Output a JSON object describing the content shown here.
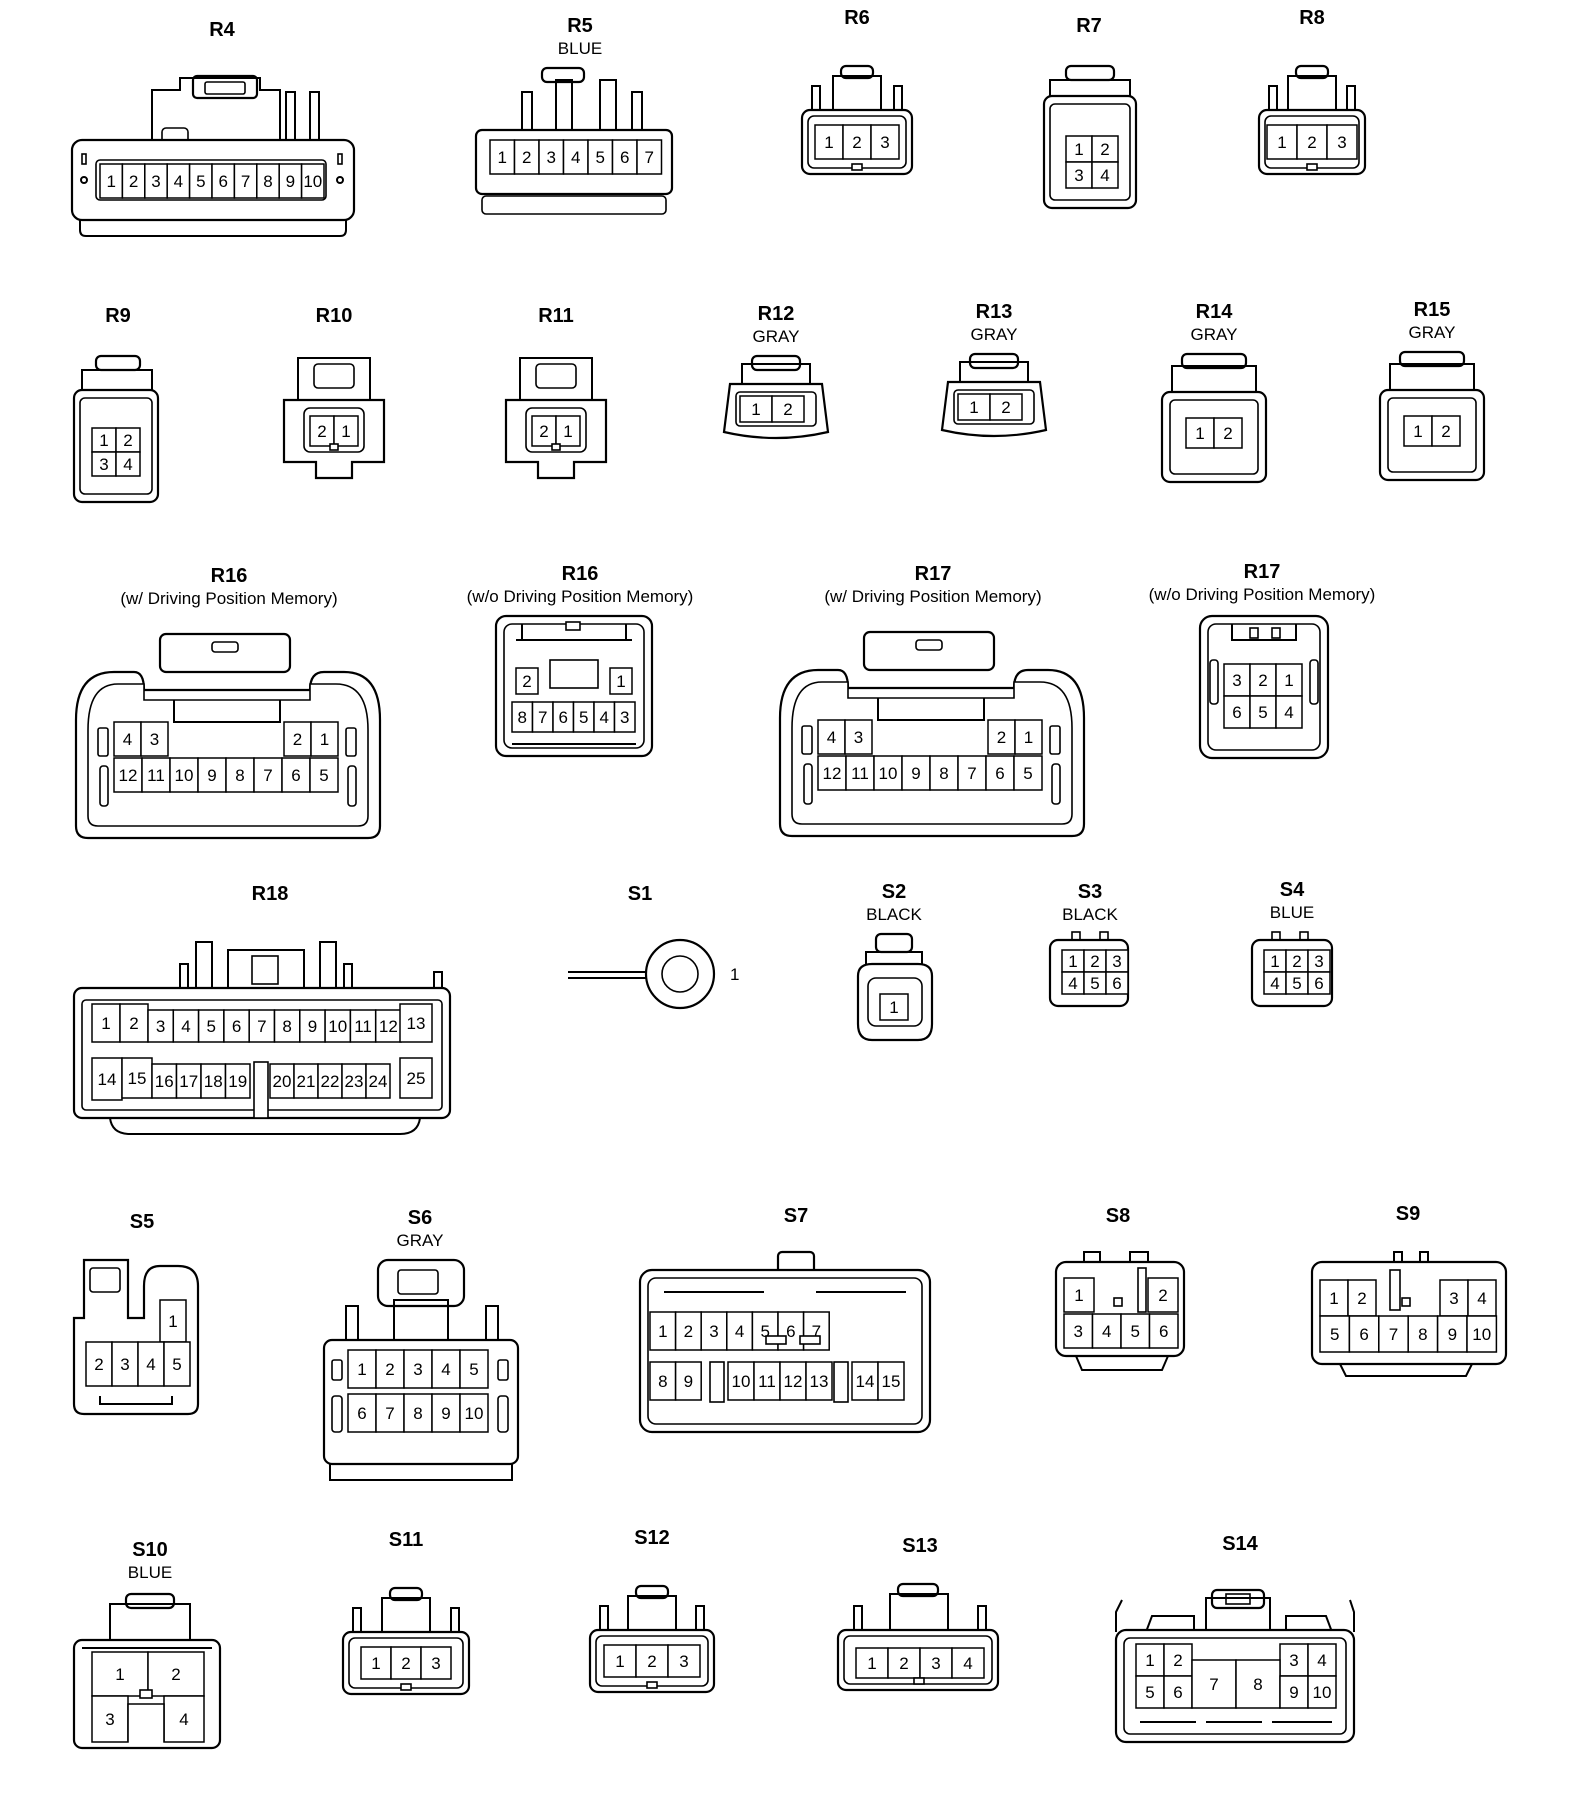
{
  "connectors": [
    {
      "id": "R4",
      "label": "R4",
      "color": "",
      "pins": [
        [
          "1",
          "2",
          "3",
          "4",
          "5",
          "6",
          "7",
          "8",
          "9",
          "10"
        ]
      ]
    },
    {
      "id": "R5",
      "label": "R5",
      "color": "BLUE",
      "pins": [
        [
          "1",
          "2",
          "3",
          "4",
          "5",
          "6",
          "7"
        ]
      ]
    },
    {
      "id": "R6",
      "label": "R6",
      "color": "",
      "pins": [
        [
          "1",
          "2",
          "3"
        ]
      ]
    },
    {
      "id": "R7",
      "label": "R7",
      "color": "",
      "pins": [
        [
          "1",
          "2"
        ],
        [
          "3",
          "4"
        ]
      ]
    },
    {
      "id": "R8",
      "label": "R8",
      "color": "",
      "pins": [
        [
          "1",
          "2",
          "3"
        ]
      ]
    },
    {
      "id": "R9",
      "label": "R9",
      "color": "",
      "pins": [
        [
          "1",
          "2"
        ],
        [
          "3",
          "4"
        ]
      ]
    },
    {
      "id": "R10",
      "label": "R10",
      "color": "",
      "pins": [
        [
          "2",
          "1"
        ]
      ]
    },
    {
      "id": "R11",
      "label": "R11",
      "color": "",
      "pins": [
        [
          "2",
          "1"
        ]
      ]
    },
    {
      "id": "R12",
      "label": "R12",
      "color": "GRAY",
      "pins": [
        [
          "1",
          "2"
        ]
      ]
    },
    {
      "id": "R13",
      "label": "R13",
      "color": "GRAY",
      "pins": [
        [
          "1",
          "2"
        ]
      ]
    },
    {
      "id": "R14",
      "label": "R14",
      "color": "GRAY",
      "pins": [
        [
          "1",
          "2"
        ]
      ]
    },
    {
      "id": "R15",
      "label": "R15",
      "color": "GRAY",
      "pins": [
        [
          "1",
          "2"
        ]
      ]
    },
    {
      "id": "R16a",
      "label": "R16",
      "color": "(w/ Driving Position Memory)",
      "pins": [
        [
          "4",
          "3",
          "2",
          "1"
        ],
        [
          "12",
          "11",
          "10",
          "9",
          "8",
          "7",
          "6",
          "5"
        ]
      ]
    },
    {
      "id": "R16b",
      "label": "R16",
      "color": "(w/o Driving Position Memory)",
      "pins": [
        [
          "2",
          "1"
        ],
        [
          "8",
          "7",
          "6",
          "5",
          "4",
          "3"
        ]
      ]
    },
    {
      "id": "R17a",
      "label": "R17",
      "color": "(w/ Driving Position Memory)",
      "pins": [
        [
          "4",
          "3",
          "2",
          "1"
        ],
        [
          "12",
          "11",
          "10",
          "9",
          "8",
          "7",
          "6",
          "5"
        ]
      ]
    },
    {
      "id": "R17b",
      "label": "R17",
      "color": "(w/o Driving Position Memory)",
      "pins": [
        [
          "3",
          "2",
          "1"
        ],
        [
          "6",
          "5",
          "4"
        ]
      ]
    },
    {
      "id": "R18",
      "label": "R18",
      "color": "",
      "pins": [
        [
          "1",
          "2",
          "3",
          "4",
          "5",
          "6",
          "7",
          "8",
          "9",
          "10",
          "11",
          "12",
          "13"
        ],
        [
          "14",
          "15",
          "16",
          "17",
          "18",
          "19",
          "20",
          "21",
          "22",
          "23",
          "24",
          "25"
        ]
      ]
    },
    {
      "id": "S1",
      "label": "S1",
      "color": "",
      "pins": [
        [
          "1"
        ]
      ]
    },
    {
      "id": "S2",
      "label": "S2",
      "color": "BLACK",
      "pins": [
        [
          "1"
        ]
      ]
    },
    {
      "id": "S3",
      "label": "S3",
      "color": "BLACK",
      "pins": [
        [
          "1",
          "2",
          "3"
        ],
        [
          "4",
          "5",
          "6"
        ]
      ]
    },
    {
      "id": "S4",
      "label": "S4",
      "color": "BLUE",
      "pins": [
        [
          "1",
          "2",
          "3"
        ],
        [
          "4",
          "5",
          "6"
        ]
      ]
    },
    {
      "id": "S5",
      "label": "S5",
      "color": "",
      "pins": [
        [
          "1"
        ],
        [
          "2",
          "3",
          "4",
          "5"
        ]
      ]
    },
    {
      "id": "S6",
      "label": "S6",
      "color": "GRAY",
      "pins": [
        [
          "1",
          "2",
          "3",
          "4",
          "5"
        ],
        [
          "6",
          "7",
          "8",
          "9",
          "10"
        ]
      ]
    },
    {
      "id": "S7",
      "label": "S7",
      "color": "",
      "pins": [
        [
          "1",
          "2",
          "3",
          "4",
          "5",
          "6",
          "7"
        ],
        [
          "8",
          "9",
          "10",
          "11",
          "12",
          "13",
          "14",
          "15"
        ]
      ]
    },
    {
      "id": "S8",
      "label": "S8",
      "color": "",
      "pins": [
        [
          "1",
          "2"
        ],
        [
          "3",
          "4",
          "5",
          "6"
        ]
      ]
    },
    {
      "id": "S9",
      "label": "S9",
      "color": "",
      "pins": [
        [
          "1",
          "2",
          "3",
          "4"
        ],
        [
          "5",
          "6",
          "7",
          "8",
          "9",
          "10"
        ]
      ]
    },
    {
      "id": "S10",
      "label": "S10",
      "color": "BLUE",
      "pins": [
        [
          "1",
          "2"
        ],
        [
          "3",
          "4"
        ]
      ]
    },
    {
      "id": "S11",
      "label": "S11",
      "color": "",
      "pins": [
        [
          "1",
          "2",
          "3"
        ]
      ]
    },
    {
      "id": "S12",
      "label": "S12",
      "color": "",
      "pins": [
        [
          "1",
          "2",
          "3"
        ]
      ]
    },
    {
      "id": "S13",
      "label": "S13",
      "color": "",
      "pins": [
        [
          "1",
          "2",
          "3",
          "4"
        ]
      ]
    },
    {
      "id": "S14",
      "label": "S14",
      "color": "",
      "pins": [
        [
          "1",
          "2",
          "3",
          "4"
        ],
        [
          "5",
          "6",
          "7",
          "8",
          "9",
          "10"
        ]
      ]
    }
  ]
}
